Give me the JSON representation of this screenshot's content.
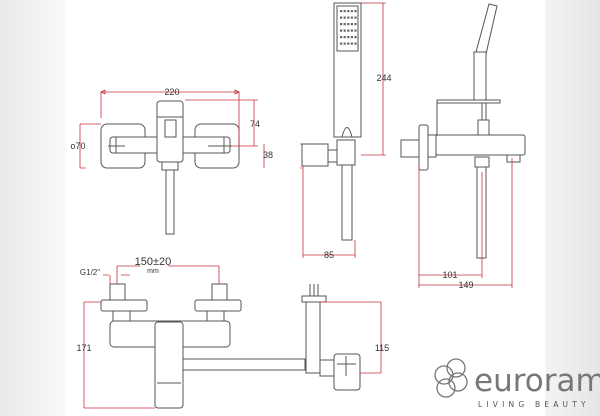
{
  "drawing": {
    "front_view": {
      "width_dim": "220",
      "height_dim": "74",
      "diameter_dim": "o70"
    },
    "hand_shower_view": {
      "offset_dim": "38",
      "length_dim": "244",
      "projection_dim": "85"
    },
    "side_view": {
      "pipe_dim": "101",
      "spout_dim": "149"
    },
    "bottom_view": {
      "centers_dim": "150±20",
      "centers_unit": "mm",
      "thread_label": "G1/2\"",
      "height_dim": "171",
      "holder_dim": "115"
    }
  },
  "brand": {
    "name": "eurorama",
    "tagline": "LIVING BEAUTY"
  },
  "colors": {
    "dimension": "#c9323c",
    "outline": "#555555"
  }
}
